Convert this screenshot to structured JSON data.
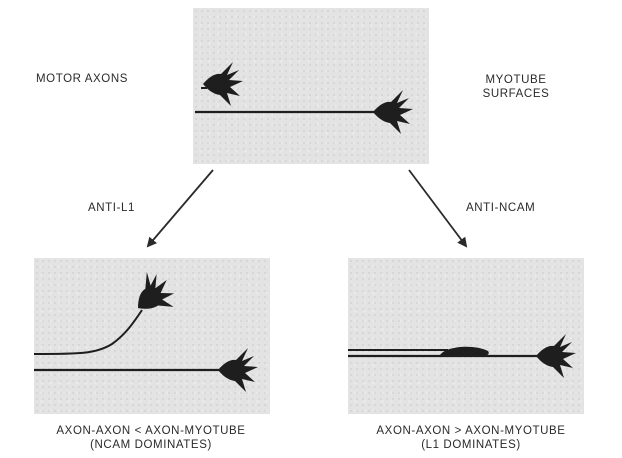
{
  "labels": {
    "motor_axons": "MOTOR AXONS",
    "myotube_line1": "MYOTUBE",
    "myotube_line2": "SURFACES",
    "anti_l1": "ANTI-L1",
    "anti_ncam": "ANTI-NCAM",
    "bottom_left_line1": "AXON-AXON < AXON-MYOTUBE",
    "bottom_left_line2": "(NCAM DOMINATES)",
    "bottom_right_line1": "AXON-AXON > AXON-MYOTUBE",
    "bottom_right_line2": "(L1 DOMINATES)"
  },
  "colors": {
    "panel": "#e3e3e3",
    "ink": "#2a2a2a"
  }
}
